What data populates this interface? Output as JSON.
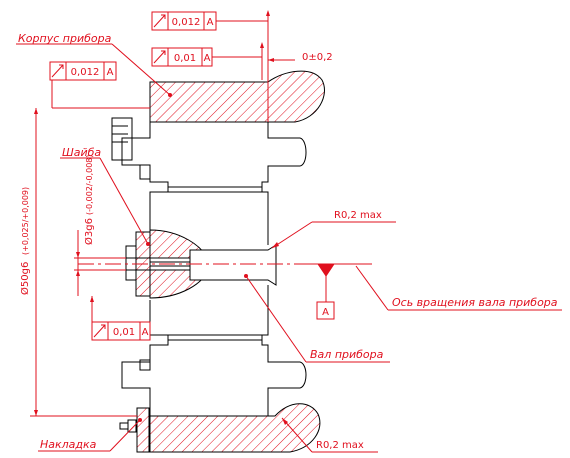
{
  "labels": {
    "housing": "Корпус прибора",
    "washer": "Шайба",
    "shaft": "Вал прибора",
    "overlay": "Накладка",
    "axis": "Ось вращения вала прибора",
    "radius_top": "R0,2 max",
    "radius_bottom": "R0,2 max",
    "datum": "A"
  },
  "dims": {
    "offset": "0±0,2",
    "small_diam_main": "Ø3g6",
    "small_diam_tol": "(-0,002/-0,008)",
    "large_diam_main": "Ø50g6",
    "large_diam_tol": "(+0,025/+0,009)"
  },
  "tolerance_frames": [
    {
      "symbol": "runout",
      "value": "0,012",
      "datum": "A"
    },
    {
      "symbol": "runout",
      "value": "0,01",
      "datum": "A"
    },
    {
      "symbol": "runout",
      "value": "0,012",
      "datum": "A"
    },
    {
      "symbol": "runout",
      "value": "0,01",
      "datum": "A"
    }
  ],
  "colors": {
    "line": "#e0101e",
    "hatch": "#e0101e",
    "dim": "#e0101e",
    "outline": "#000000"
  }
}
